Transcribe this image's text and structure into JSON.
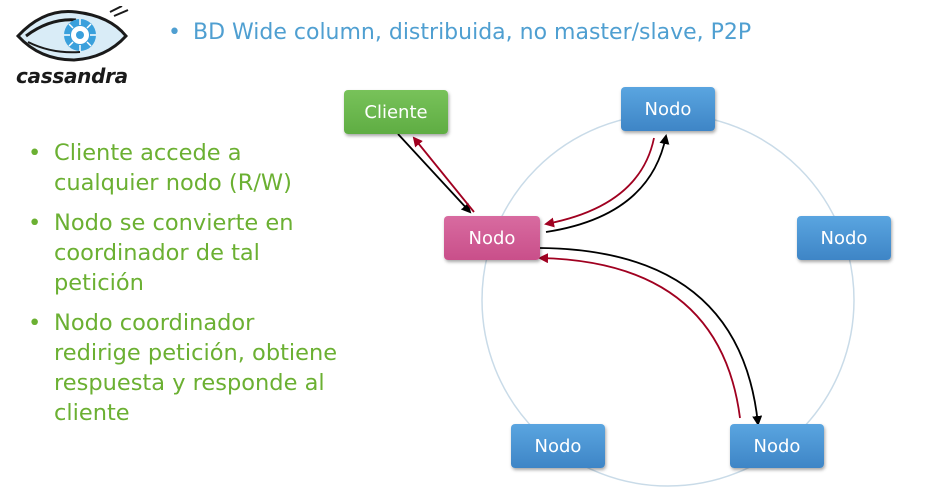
{
  "logo": {
    "text": "cassandra",
    "icon": "cassandra-eye-icon"
  },
  "title": "BD Wide column, distribuida, no master/slave, P2P",
  "bullets": [
    "Cliente accede a cualquier nodo (R/W)",
    "Nodo se convierte en coordinador de tal petición",
    "Nodo coordinador redirige petición, obtiene respuesta y responde al cliente"
  ],
  "diagram": {
    "client_label": "Cliente",
    "coordinator_label": "Nodo",
    "node_labels": [
      "Nodo",
      "Nodo",
      "Nodo",
      "Nodo"
    ],
    "colors": {
      "client": "#6bb543",
      "coordinator": "#cf5a93",
      "node": "#4a90d0",
      "request_arrow": "#000000",
      "response_arrow": "#a00020",
      "ring": "#c9dbe8"
    }
  }
}
